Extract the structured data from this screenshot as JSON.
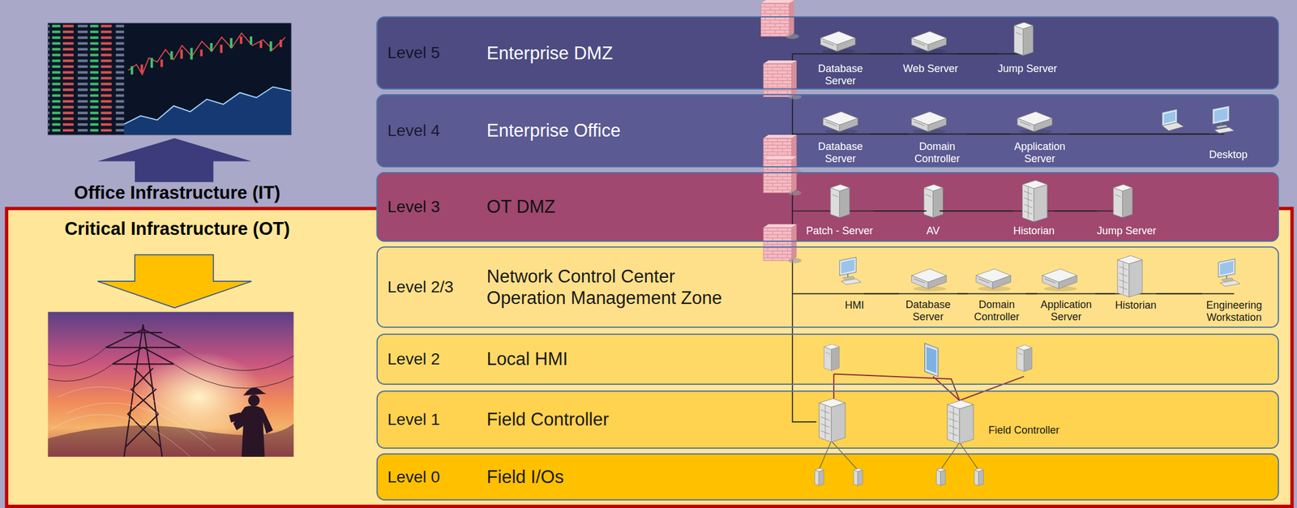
{
  "diagram": {
    "nodes": [
      {
        "text": [
          "Level 5",
          "Enterprise DMZ"
        ]
      },
      {
        "text": [
          "Database Server"
        ],
        "in": 0
      },
      {
        "text": [
          "Web Server"
        ],
        "in": 0
      },
      {
        "text": [
          "Jump Server"
        ],
        "in": 0
      },
      {
        "text": [
          "Level 4",
          "Enterprise Office"
        ]
      },
      {
        "text": [
          "Database Server"
        ],
        "in": 4
      },
      {
        "text": [
          "Domain Controller"
        ],
        "in": 4
      },
      {
        "text": [
          "Application Server"
        ],
        "in": 4
      },
      {
        "text": [
          "Desktop"
        ],
        "in": 4
      },
      {
        "text": [
          "Level 3",
          "OT DMZ"
        ]
      },
      {
        "text": [
          "Patch - Server"
        ],
        "in": 9
      },
      {
        "text": [
          "AV"
        ],
        "in": 9
      },
      {
        "text": [
          "Historian"
        ],
        "in": 9
      },
      {
        "text": [
          "Jump Server"
        ],
        "in": 9
      },
      {
        "text": [
          "Level 2/3",
          "Network Control Center Operation Management Zone"
        ]
      },
      {
        "text": [
          "HMI"
        ],
        "in": 14
      },
      {
        "text": [
          "Database Server"
        ],
        "in": 14
      },
      {
        "text": [
          "Domain Controller"
        ],
        "in": 14
      },
      {
        "text": [
          "Application Server"
        ],
        "in": 14
      },
      {
        "text": [
          "Historian"
        ],
        "in": 14
      },
      {
        "text": [
          "Engineering Workstation"
        ],
        "in": 14
      },
      {
        "text": [
          "Level 2",
          "Local HMI"
        ]
      },
      {
        "text": [
          "Level 1",
          "Field Controller"
        ]
      },
      {
        "text": [
          "Field Controller"
        ],
        "in": 22
      },
      {
        "text": [
          "Level 0",
          "Field I/Os"
        ]
      }
    ],
    "edges": [
      {
        "from": 1,
        "to": 2,
        "arrow": "none"
      },
      {
        "from": 2,
        "to": 3,
        "arrow": "none"
      },
      {
        "from": 5,
        "to": 6,
        "arrow": "none"
      },
      {
        "from": 6,
        "to": 7,
        "arrow": "none"
      },
      {
        "from": 7,
        "to": 8,
        "arrow": "none"
      },
      {
        "from": 10,
        "to": 11,
        "arrow": "none"
      },
      {
        "from": 11,
        "to": 12,
        "arrow": "none"
      },
      {
        "from": 12,
        "to": 13,
        "arrow": "none"
      },
      {
        "from": 15,
        "to": 16,
        "arrow": "none"
      },
      {
        "from": 16,
        "to": 17,
        "arrow": "none"
      },
      {
        "from": 17,
        "to": 18,
        "arrow": "none"
      },
      {
        "from": 18,
        "to": 19,
        "arrow": "none"
      },
      {
        "from": 19,
        "to": 20,
        "arrow": "none"
      }
    ],
    "labels": [
      "Office Infrastructure (IT)",
      "Critical Infrastructure (OT)"
    ]
  }
}
